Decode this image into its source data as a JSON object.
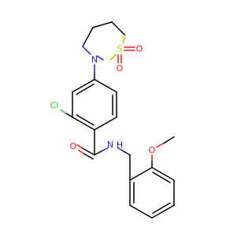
{
  "molecule": {
    "atoms": {
      "sulfur": {
        "symbol": "S",
        "color": "#c8c800"
      },
      "sulfonyl_o1": {
        "symbol": "O",
        "color": "#ff1a1a"
      },
      "sulfonyl_o2": {
        "symbol": "O",
        "color": "#ff1a1a"
      },
      "ring_n": {
        "symbol": "N",
        "color": "#2020ff"
      },
      "chlorine": {
        "symbol": "Cl",
        "color": "#1fd11f"
      },
      "amide_o": {
        "symbol": "O",
        "color": "#ff1a1a"
      },
      "amide_n": {
        "symbol": "N",
        "color": "#2020ff"
      },
      "amide_h": {
        "symbol": "H",
        "color": "#2020ff"
      },
      "methoxy_o": {
        "symbol": "O",
        "color": "#ff1a1a"
      }
    }
  }
}
